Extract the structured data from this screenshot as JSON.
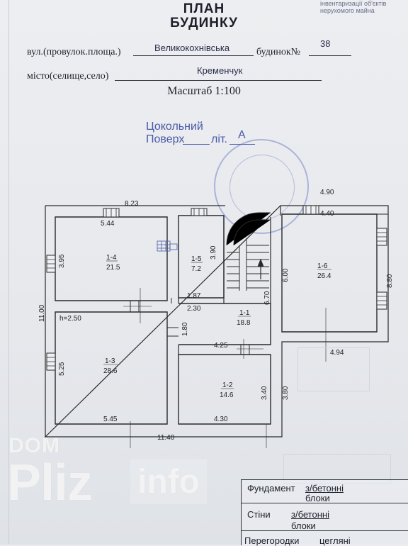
{
  "header": {
    "title_line1": "ПЛАН",
    "title_line2": "БУДИНКУ",
    "corner_note_line1": "інвентаризації об'єктів",
    "corner_note_line2": "нерухомого майна"
  },
  "address": {
    "street_label": "вул.(провулок.площа.)",
    "street_value": "Великокохнівська",
    "house_label": "будинок№",
    "house_value": "38",
    "city_label": "місто(селище,село)",
    "city_value": "Кременчук"
  },
  "scale": "Масштаб 1:100",
  "floor": {
    "line1": "Цокольний",
    "line2_prefix": "Поверх",
    "lit_label": "літ.",
    "lit_value": "А"
  },
  "plan": {
    "ceiling_height": "h=2.50",
    "rooms": [
      {
        "id": "1-4",
        "area": "21.5"
      },
      {
        "id": "1-5",
        "area": "7.2"
      },
      {
        "id": "1-1",
        "area": "18.8"
      },
      {
        "id": "1-6",
        "area": "26.4"
      },
      {
        "id": "1-3",
        "area": "28.6"
      },
      {
        "id": "1-2",
        "area": "14.6"
      }
    ],
    "dimensions": {
      "top_total": "8.23",
      "r4_width": "5.44",
      "r4_height": "3.95",
      "r5_height": "3.90",
      "r5_bottom": "1.87",
      "stair_run": "6.70",
      "r6_outer_width": "4.90",
      "r6_inner_width": "4.40",
      "r6_height": "6.00",
      "right_total": "8.80",
      "r6_bottom": "4.94",
      "left_total": "11.00",
      "corridor_width": "2.30",
      "corridor_height": "1.80",
      "r2_width": "4.25",
      "r3_height": "5.25",
      "r3_width": "5.45",
      "r2_height": "3.40",
      "r2_outer_height": "3.80",
      "r2_bottom": "4.30",
      "bottom_total": "11.40"
    }
  },
  "spec_table": {
    "foundation_label": "Фундамент",
    "foundation_value_1": "з/бетонні",
    "foundation_value_2": "блоки",
    "walls_label": "Стіни",
    "walls_value_1": "з/бетонні",
    "walls_value_2": "блоки",
    "partitions_label": "Перегородки",
    "partitions_value": "цегляні"
  },
  "watermark": {
    "top": "DOM",
    "main": "Pliz",
    "box": "info"
  },
  "colors": {
    "ink_blue": "#4a5aa8",
    "plan_line": "#2a2a2a"
  }
}
